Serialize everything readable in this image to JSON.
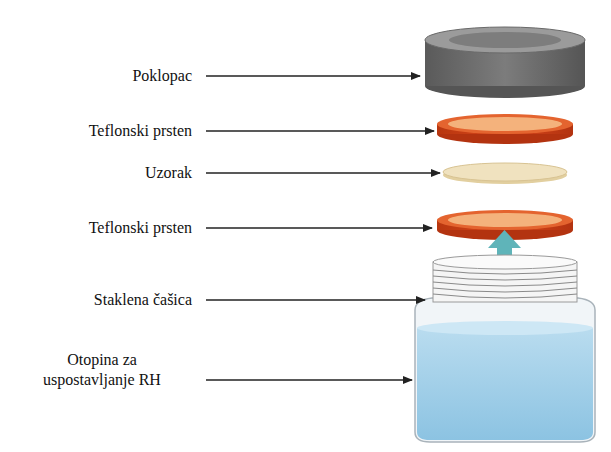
{
  "diagram": {
    "labels": [
      "Poklopac",
      "Teflonski prsten",
      "Uzorak",
      "Teflonski prsten",
      "Staklena čašica",
      "Otopina za uspostavljanje RH"
    ]
  }
}
